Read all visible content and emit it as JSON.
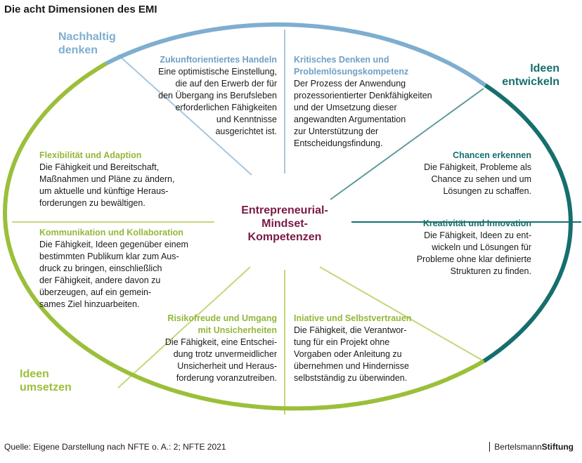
{
  "title": "Die acht Dimensionen des EMI",
  "colors": {
    "blue": "#7eaed0",
    "teal": "#176e6e",
    "green": "#9cbf3a",
    "center": "#7a1a46",
    "divider_green": "#c3d77b"
  },
  "corners": {
    "top_left": [
      "Nachhaltig",
      "denken"
    ],
    "top_right": [
      "Ideen",
      "entwickeln"
    ],
    "bottom_left": [
      "Ideen",
      "umsetzen"
    ]
  },
  "center": [
    "Entrepreneurial-",
    "Mindset-",
    "Kompetenzen"
  ],
  "segments": [
    {
      "heading": "Zukunftorientiertes Handeln",
      "body": "Eine optimistische Einstellung,\ndie auf den Erwerb der für\nden Übergang ins Berufsleben\nerforderlichen Fähigkeiten\nund Kenntnisse\nausgerichtet ist."
    },
    {
      "heading": "Kritisches Denken und\nProblemlösungskompetenz",
      "body": "Der Prozess der Anwendung\nprozessorientierter Denkfähigkeiten\nund der Umsetzung dieser\nangewandten Argumentation\nzur Unterstützung der\nEntscheidungsfindung."
    },
    {
      "heading": "Chancen erkennen",
      "body": "Die Fähigkeit, Probleme als\nChance zu sehen und um\nLösungen zu schaffen."
    },
    {
      "heading": "Kreativität und Innovation",
      "body": "Die Fähigkeit, Ideen zu ent-\nwickeln und Lösungen für\nProbleme ohne klar definierte\nStrukturen zu finden."
    },
    {
      "heading": "Iniative und Selbstvertrauen",
      "body": "Die Fähigkeit, die Verantwor-\ntung für ein Projekt ohne\nVorgaben oder Anleitung zu\nübernehmen und Hindernisse\nselbstständig zu überwinden."
    },
    {
      "heading": "Risikofreude und Umgang\nmit Unsicherheiten",
      "body": "Die Fähigkeit, eine Entschei-\ndung trotz unvermeidlicher\nUnsicherheit und Heraus-\nforderung voranzutreiben."
    },
    {
      "heading": "Kommunikation und Kollaboration",
      "body": "Die Fähigkeit, Ideen gegenüber einem\nbestimmten Publikum klar zum Aus-\ndruck zu bringen, einschließlich\nder Fähigkeit, andere davon zu\nüberzeugen, auf ein gemein-\nsames Ziel hinzuarbeiten."
    },
    {
      "heading": "Flexibilität und Adaption",
      "body": "Die Fähigkeit und Bereitschaft,\nMaßnahmen und Pläne zu ändern,\num aktuelle und künftige Heraus-\nforderungen zu bewältigen."
    }
  ],
  "source": "Quelle: Eigene Darstellung nach NFTE o. A.: 2; NFTE 2021",
  "brand": {
    "regular": "Bertelsmann",
    "bold": "Stiftung"
  }
}
